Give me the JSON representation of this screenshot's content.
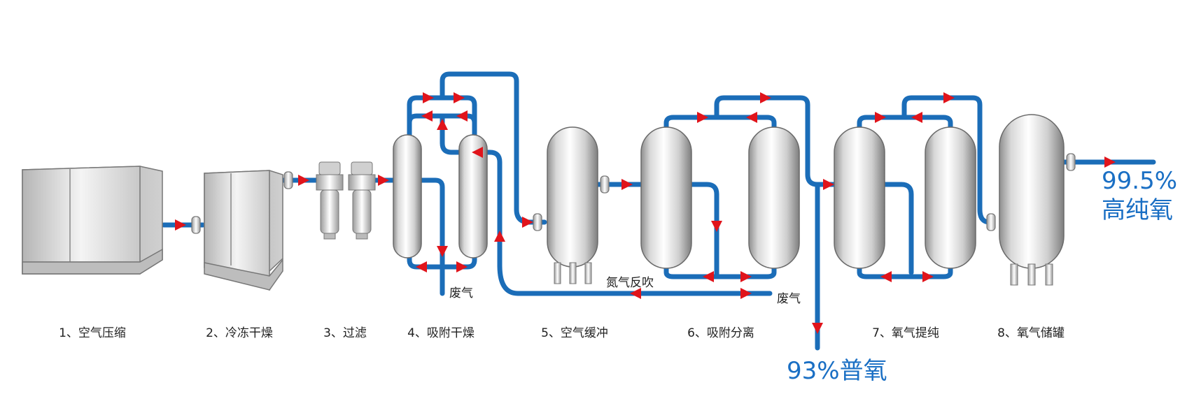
{
  "stages": [
    {
      "label": "1、空气压缩"
    },
    {
      "label": "2、冷冻干燥"
    },
    {
      "label": "3、过滤"
    },
    {
      "label": "4、吸附干燥"
    },
    {
      "label": "5、空气缓冲"
    },
    {
      "label": "6、吸附分离"
    },
    {
      "label": "7、氧气提纯"
    },
    {
      "label": "8、氧气储罐"
    }
  ],
  "notes": {
    "waste_gas_1": "废气",
    "nitrogen_backflush": "氮气反吹",
    "waste_gas_2": "废气"
  },
  "outputs": {
    "standard_oxygen": "93%普氧",
    "high_purity_line1": "99.5%",
    "high_purity_line2": "高纯氧"
  },
  "colors": {
    "pipe": "#1b6db8",
    "arrow": "#e0141b",
    "output_text": "#1a6fc4"
  }
}
